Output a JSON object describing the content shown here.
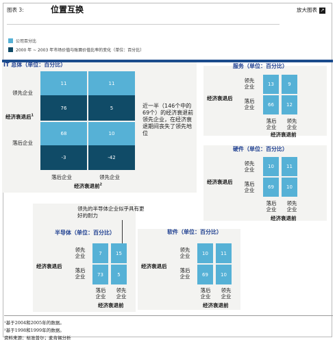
{
  "header": {
    "label": "图表 3:",
    "title": "位置互换",
    "zoom_label": "放大图表",
    "zoom_icon": "expand-icon"
  },
  "legend": {
    "items": [
      {
        "label": "公司百分比",
        "color": "#56b1d6"
      },
      {
        "label": "2000 年 ~ 2003 年市场价值与账面价值比率的变化（单位：百分比）",
        "color": "#104b67"
      }
    ]
  },
  "labels": {
    "leader": "领先企业",
    "laggard": "落后企业",
    "after_recession": "经济衰退后",
    "before_recession": "经济衰退前",
    "sup1": "1",
    "sup2": "2"
  },
  "chart_data": [
    {
      "type": "table",
      "title": "IT 总体（单位：百分比）",
      "rows": [
        "领先企业",
        "落后企业"
      ],
      "columns": [
        "落后企业",
        "领先企业"
      ],
      "share": [
        [
          11,
          11
        ],
        [
          68,
          10
        ]
      ],
      "change": [
        [
          76,
          5
        ],
        [
          -3,
          -42
        ]
      ],
      "note": "近一半（146个中的69个）的经济衰退前领先企业，在经济衰退期间丧失了领先地位"
    },
    {
      "type": "table",
      "title": "服务（单位：百分比）",
      "rows": [
        "领先企业",
        "落后企业"
      ],
      "columns": [
        "落后企业",
        "领先企业"
      ],
      "share": [
        [
          13,
          9
        ],
        [
          66,
          12
        ]
      ]
    },
    {
      "type": "table",
      "title": "硬件（单位：百分比）",
      "rows": [
        "领先企业",
        "落后企业"
      ],
      "columns": [
        "落后企业",
        "领先企业"
      ],
      "share": [
        [
          10,
          11
        ],
        [
          69,
          10
        ]
      ]
    },
    {
      "type": "table",
      "title": "半导体（单位：百分比）",
      "rows": [
        "领先企业",
        "落后企业"
      ],
      "columns": [
        "落后企业",
        "领先企业"
      ],
      "share": [
        [
          7,
          15
        ],
        [
          73,
          5
        ]
      ],
      "note": "领先的半导体企业似乎具有更好的耐力"
    },
    {
      "type": "table",
      "title": "软件（单位：百分比）",
      "rows": [
        "领先企业",
        "落后企业"
      ],
      "columns": [
        "落后企业",
        "领先企业"
      ],
      "share": [
        [
          10,
          11
        ],
        [
          69,
          10
        ]
      ]
    }
  ],
  "footnotes": [
    "¹基于2004和2005年的数据。",
    "²基于1998和1999年的数据。",
    "资料来源：标准普尔；麦肯锡分析"
  ]
}
